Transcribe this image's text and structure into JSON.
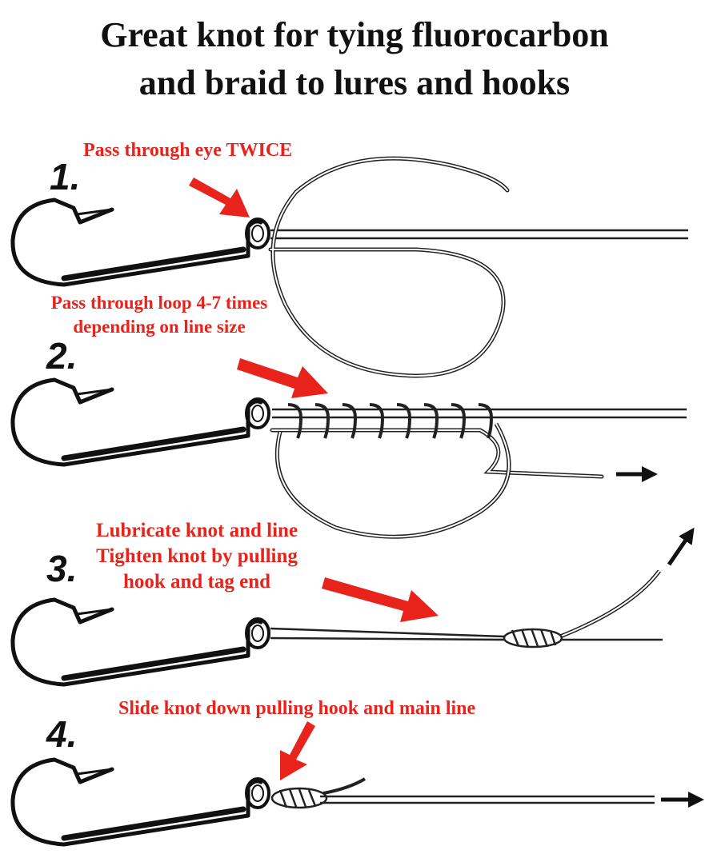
{
  "title": {
    "line1": "Great knot for tying fluorocarbon",
    "line2": "and braid to lures and hooks"
  },
  "colors": {
    "annotation": "#e8231c",
    "line": "#222222",
    "text": "#111111"
  },
  "steps": [
    {
      "number": "1.",
      "caption": [
        "Pass through eye TWICE"
      ]
    },
    {
      "number": "2.",
      "caption": [
        "Pass through loop 4-7 times",
        "depending on line size"
      ]
    },
    {
      "number": "3.",
      "caption": [
        "Lubricate knot and line",
        "Tighten knot by pulling",
        "hook and tag end"
      ]
    },
    {
      "number": "4.",
      "caption": [
        "Slide knot down pulling hook and main line"
      ]
    }
  ]
}
